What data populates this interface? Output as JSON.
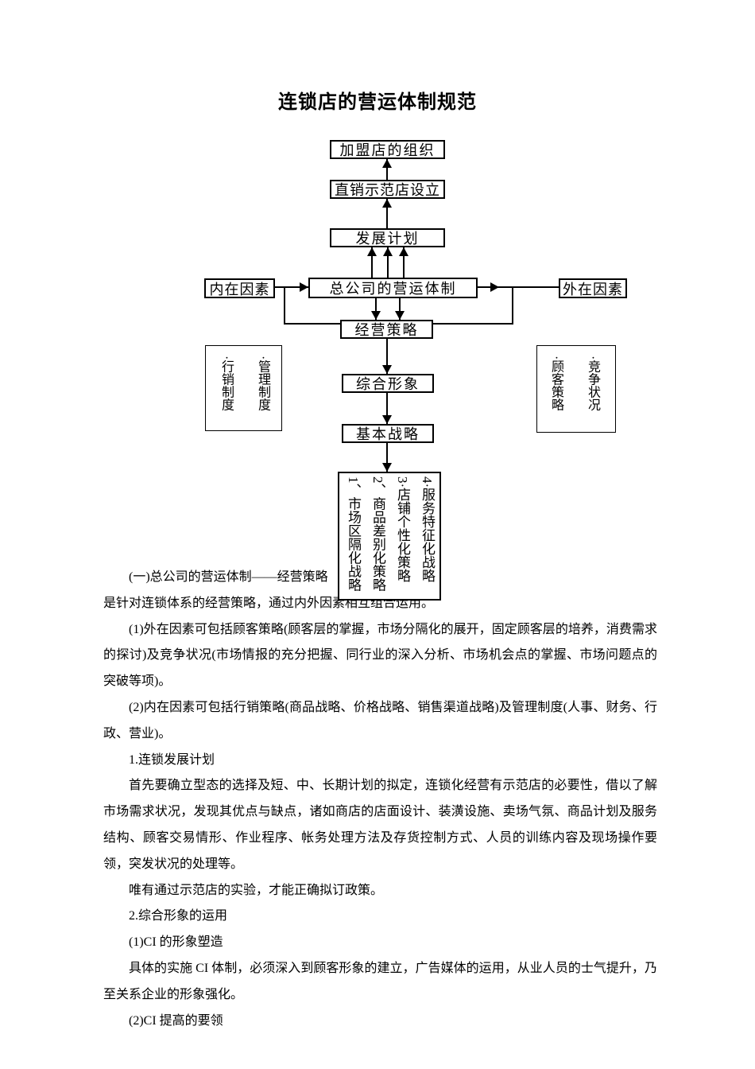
{
  "page": {
    "title": "连锁店的营运体制规范"
  },
  "diagram": {
    "boxes": {
      "franchise_org": "加盟店的组织",
      "demo_store": "直销示范店设立",
      "dev_plan": "发展计划",
      "internal_factors": "内在因素",
      "hq_system": "总公司的营运体制",
      "external_factors": "外在因素",
      "business_strategy": "经营策略",
      "composite_image": "综合形象",
      "basic_strategy": "基本战略"
    },
    "left_note": {
      "col1": "·行销制度",
      "col2": "·管理制度"
    },
    "right_note": {
      "col1": "·顾客策略",
      "col2": "·竞争状况"
    },
    "strategies": {
      "col1": "1、市场区隔化战略",
      "col2": "2、商品差别化策略",
      "col3": "3·店铺个性化策略",
      "col4": "4·服务特征化战略"
    }
  },
  "body": {
    "paragraphs": [
      "(一)总公司的营运体制——经营策略",
      "是针对连锁体系的经营策略，通过内外因素相互组合运用。",
      "(1)外在因素可包括顾客策略(顾客层的掌握，市场分隔化的展开，固定顾客层的培养，消费需求的探讨)及竞争状况(市场情报的充分把握、同行业的深入分析、市场机会点的掌握、市场问题点的突破等项)。",
      "(2)内在因素可包括行销策略(商品战略、价格战略、销售渠道战略)及管理制度(人事、财务、行政、营业)。",
      "1.连锁发展计划",
      "首先要确立型态的选择及短、中、长期计划的拟定，连锁化经营有示范店的必要性，借以了解市场需求状况，发现其优点与缺点，诸如商店的店面设计、装潢设施、卖场气氛、商品计划及服务结构、顾客交易情形、作业程序、帐务处理方法及存货控制方式、人员的训练内容及现场操作要领，突发状况的处理等。",
      "唯有通过示范店的实验，才能正确拟订政策。",
      "2.综合形象的运用",
      "(1)CI 的形象塑造",
      "具体的实施 CI 体制，必须深入到顾客形象的建立，广告媒体的运用，从业人员的士气提升，乃至关系企业的形象强化。",
      "(2)CI 提高的要领"
    ]
  }
}
